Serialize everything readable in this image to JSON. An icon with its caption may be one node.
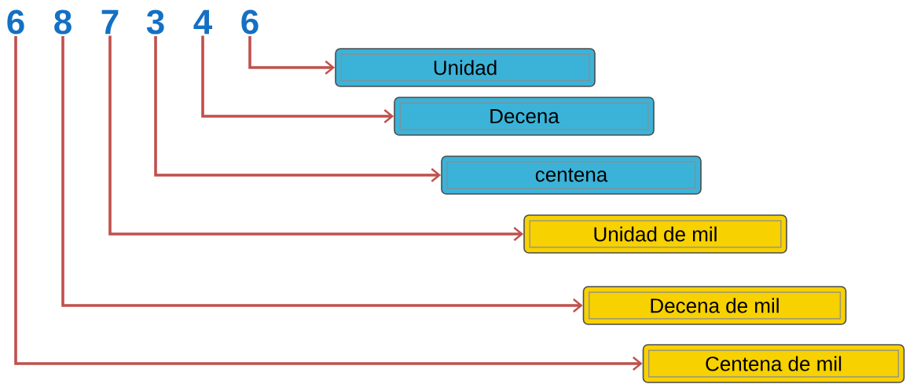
{
  "diagram": {
    "nodes": [
      {
        "text": [
          "6"
        ]
      },
      {
        "text": [
          "8"
        ]
      },
      {
        "text": [
          "7"
        ]
      },
      {
        "text": [
          "3"
        ]
      },
      {
        "text": [
          "4"
        ]
      },
      {
        "text": [
          "6"
        ]
      },
      {
        "text": [
          "Unidad"
        ]
      },
      {
        "text": [
          "Decena"
        ]
      },
      {
        "text": [
          "centena"
        ]
      },
      {
        "text": [
          "Unidad de mil"
        ]
      },
      {
        "text": [
          "Decena de mil"
        ]
      },
      {
        "text": [
          "Centena de mil"
        ]
      }
    ],
    "edges": [
      {
        "from": 5,
        "to": 6,
        "arrow": "to"
      },
      {
        "from": 4,
        "to": 7,
        "arrow": "to"
      },
      {
        "from": 3,
        "to": 8,
        "arrow": "to"
      },
      {
        "from": 2,
        "to": 9,
        "arrow": "to"
      },
      {
        "from": 1,
        "to": 10,
        "arrow": "to"
      },
      {
        "from": 0,
        "to": 11,
        "arrow": "to"
      }
    ]
  }
}
